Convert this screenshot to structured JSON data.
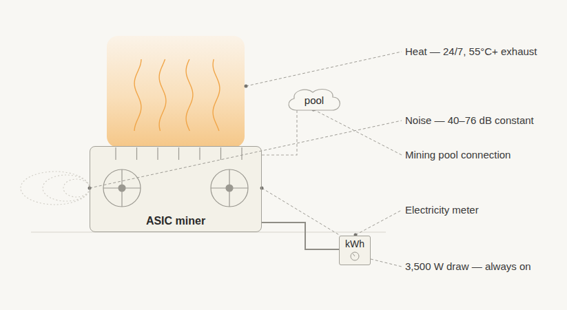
{
  "diagram": {
    "nodes": [
      {
        "text": [
          "ASIC miner"
        ]
      },
      {
        "text": [
          "pool"
        ]
      },
      {
        "text": [
          "kWh"
        ]
      }
    ],
    "edges": [
      {
        "from": 0,
        "to": 1,
        "arrow": "none"
      },
      {
        "from": 0,
        "to": 2,
        "arrow": "none"
      }
    ],
    "labels": [
      "Heat — 24/7, 55°C+ exhaust",
      "Noise — 40–76 dB constant",
      "Mining pool connection",
      "Electricity meter",
      "3,500 W draw — always on"
    ]
  }
}
